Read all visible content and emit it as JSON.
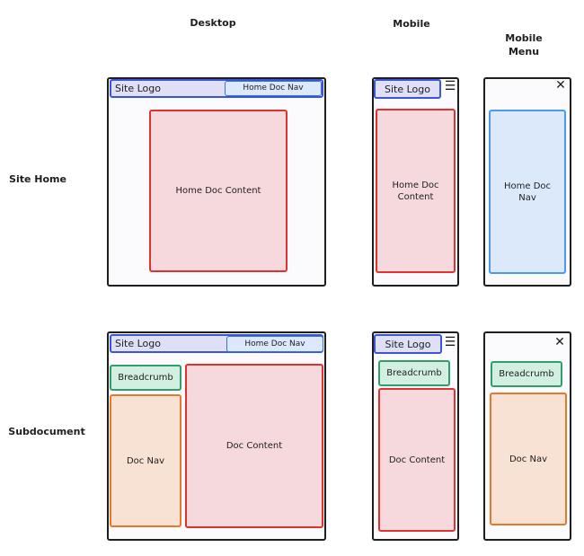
{
  "columns": {
    "desktop": "Desktop",
    "mobile": "Mobile",
    "mobile_menu": "Mobile\nMenu"
  },
  "rows": {
    "site_home": "Site Home",
    "subdocument": "Subdocument"
  },
  "labels": {
    "site_logo": "Site Logo",
    "home_doc_nav": "Home Doc Nav",
    "home_doc_content": "Home Doc Content",
    "home_doc_content_wrapped": "Home Doc\nContent",
    "home_doc_nav_wrapped": "Home Doc\nNav",
    "breadcrumb": "Breadcrumb",
    "doc_nav": "Doc Nav",
    "doc_content": "Doc Content"
  },
  "icons": {
    "menu": "hamburger-icon",
    "close": "close-icon"
  },
  "colors": {
    "header": "#3b55d6",
    "content": "#e03131",
    "nav": "#4a9aef",
    "breadcrumb": "#2f9e6a",
    "doc_nav": "#e8762b"
  }
}
